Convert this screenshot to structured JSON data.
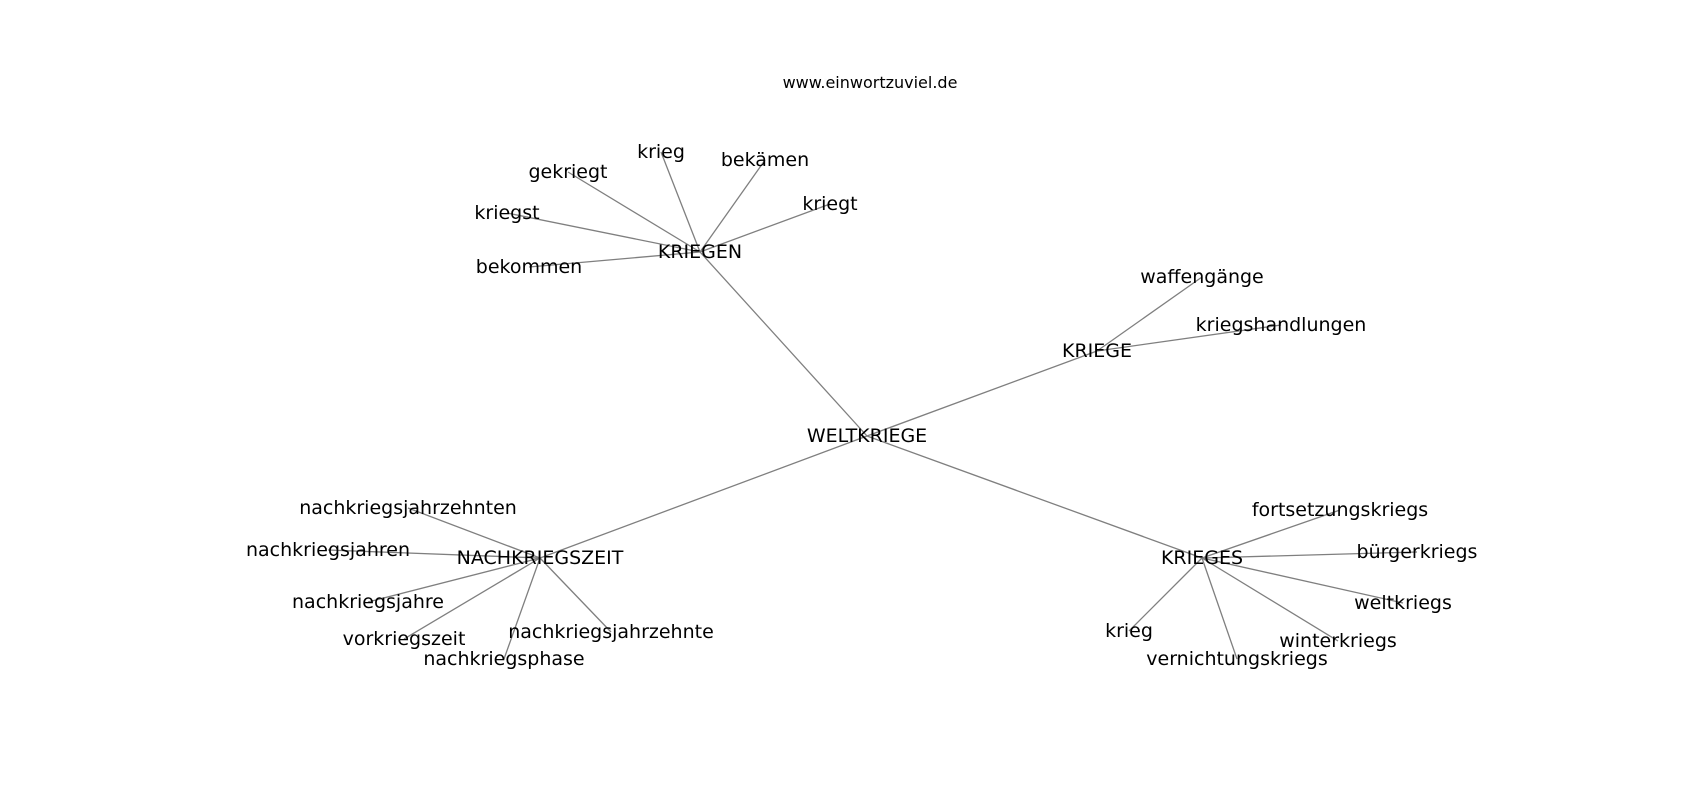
{
  "source": "www.einwortzuviel.de",
  "root": {
    "id": "weltkriege",
    "label": "WELTKRIEGE"
  },
  "groups": [
    {
      "id": "kriegen",
      "label": "KRIEGEN",
      "children": [
        "krieg",
        "bekämen",
        "gekriegt",
        "kriegt",
        "kriegst",
        "bekommen"
      ]
    },
    {
      "id": "kriege",
      "label": "KRIEGE",
      "children": [
        "waffengänge",
        "kriegshandlungen"
      ]
    },
    {
      "id": "nachkriegszeit",
      "label": "NACHKRIEGSZEIT",
      "children": [
        "nachkriegsjahrzehnten",
        "nachkriegsjahren",
        "nachkriegsjahre",
        "vorkriegszeit",
        "nachkriegsjahrzehnte",
        "nachkriegsphase"
      ]
    },
    {
      "id": "krieges",
      "label": "KRIEGES",
      "children": [
        "fortsetzungskriegs",
        "bürgerkriegs",
        "weltkriegs",
        "krieg",
        "winterkriegs",
        "vernichtungskriegs"
      ]
    }
  ],
  "colors": {
    "edge": "#7f7f7f",
    "text": "#000000",
    "background": "#ffffff"
  }
}
